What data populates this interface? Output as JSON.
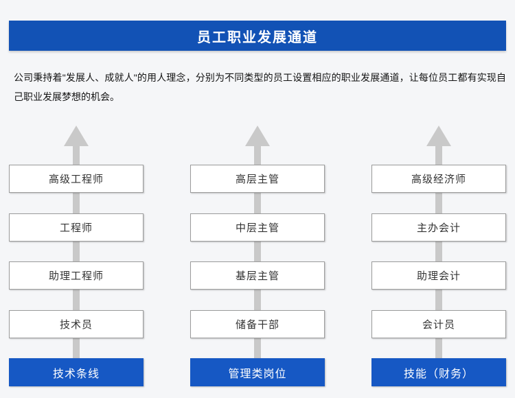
{
  "header": {
    "title": "员工职业发展通道"
  },
  "intro": {
    "text": "公司秉持着\"发展人、成就人\"的用人理念，分别为不同类型的员工设置相应的职业发展通道，让每位员工都有实现自己职业发展梦想的机会。"
  },
  "columns": [
    {
      "track_label": "技术条线",
      "levels": [
        "高级工程师",
        "工程师",
        "助理工程师",
        "技术员"
      ]
    },
    {
      "track_label": "管理类岗位",
      "levels": [
        "高层主管",
        "中层主管",
        "基层主管",
        "储备干部"
      ]
    },
    {
      "track_label": "技能（财务）",
      "levels": [
        "高级经济师",
        "主办会计",
        "助理会计",
        "会计员"
      ]
    }
  ],
  "colors": {
    "banner_blue": "#1252b5",
    "track_blue": "#1658c4",
    "arrow_gray": "#c9c9c9",
    "box_border_gray": "#9b9b9b",
    "page_background": "#f5f6f8"
  }
}
